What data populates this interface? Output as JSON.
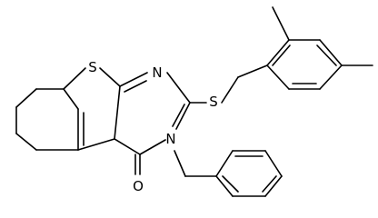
{
  "structure": {
    "atoms": {
      "thiophene_s": "S",
      "thioether_s": "S",
      "ring_n_upper": "N",
      "ring_n_lower": "N",
      "carbonyl_o": "O"
    },
    "colors": {
      "bond": "#000000",
      "label": "#000000",
      "background": "#ffffff"
    }
  }
}
